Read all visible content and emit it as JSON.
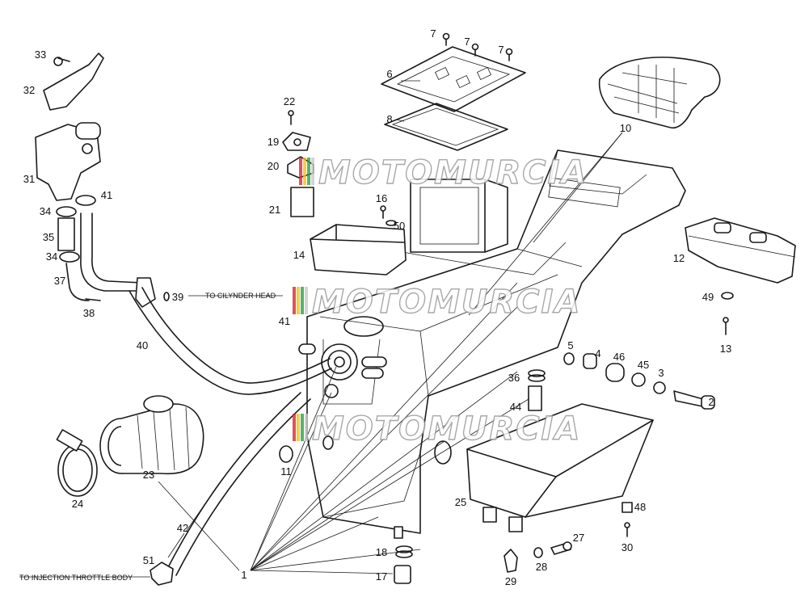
{
  "watermark": {
    "text": "MOTOMURCIA",
    "colors": [
      "#d8262f",
      "#f2c21a",
      "#2ea043",
      "#c8c8c8"
    ]
  },
  "callouts": [
    "1",
    "2",
    "3",
    "4",
    "5",
    "6",
    "7",
    "7",
    "7",
    "8",
    "10",
    "11",
    "12",
    "13",
    "14",
    "16",
    "17",
    "18",
    "19",
    "20",
    "21",
    "22",
    "23",
    "24",
    "25",
    "27",
    "28",
    "29",
    "30",
    "31",
    "32",
    "33",
    "34",
    "34",
    "35",
    "36",
    "37",
    "38",
    "39",
    "40",
    "41",
    "41",
    "42",
    "44",
    "45",
    "46",
    "48",
    "49",
    "50",
    "51"
  ],
  "notes": {
    "cylinder_head": "TO CILYNDER HEAD",
    "throttle_body": "TO INJECTION THROTTLE BODY"
  },
  "colors": {
    "line": "#1a1a1a",
    "background": "#ffffff"
  }
}
